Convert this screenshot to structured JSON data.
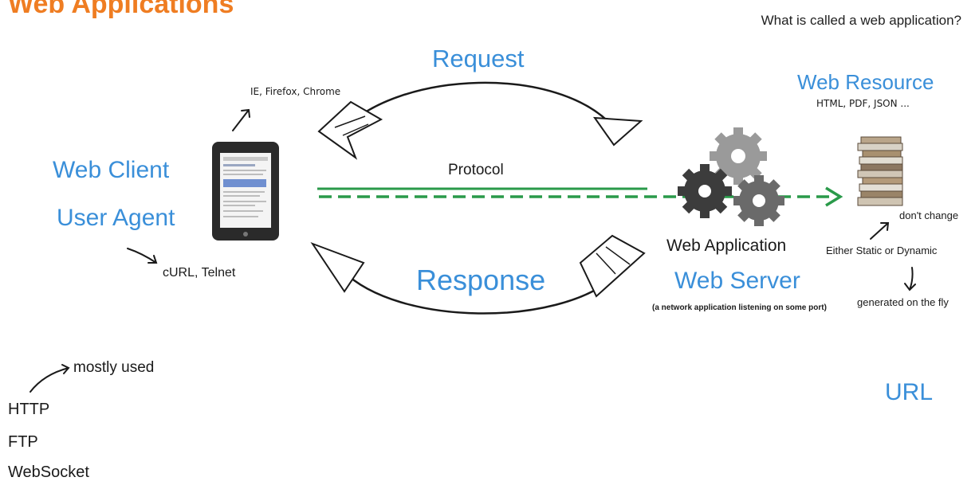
{
  "page_title": "Web Applications",
  "question": "What is called a web application?",
  "client": {
    "title": "Web Client",
    "subtitle": "User Agent",
    "browsers": "IE, Firefox, Chrome",
    "tools": "cURL, Telnet"
  },
  "flow": {
    "request": "Request",
    "protocol": "Protocol",
    "response": "Response"
  },
  "server": {
    "app_label": "Web Application",
    "server_label": "Web Server",
    "note": "(a network application listening on some port)"
  },
  "resource": {
    "title": "Web Resource",
    "formats": "HTML, PDF, JSON ...",
    "static_note": "don't change",
    "kind": "Either Static or Dynamic",
    "dynamic_note": "generated on the fly"
  },
  "protocols": {
    "note": "mostly used",
    "items": [
      "HTTP",
      "FTP",
      "WebSocket"
    ]
  },
  "url_label": "URL",
  "colors": {
    "accent_blue": "#3a8fd9",
    "title_orange": "#ef7d22",
    "protocol_green": "#2a9a4a"
  }
}
